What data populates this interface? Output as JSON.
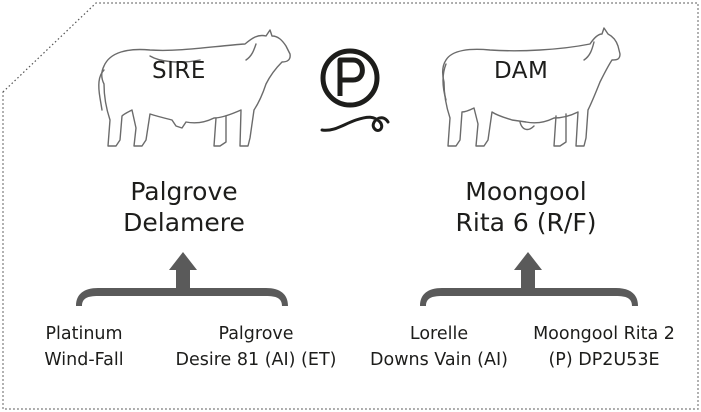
{
  "sire": {
    "tag": "SIRE",
    "name_line1": "Palgrove",
    "name_line2": "Delamere",
    "grandsire": {
      "line1": "Platinum",
      "line2": "Wind-Fall"
    },
    "granddam": {
      "line1": "Palgrove",
      "line2": "Desire 81 (AI) (ET)"
    }
  },
  "dam": {
    "tag": "DAM",
    "name_line1": "Moongool",
    "name_line2": "Rita 6 (R/F)",
    "grandsire": {
      "line1": "Lorelle",
      "line2": "Downs Vain (AI)"
    },
    "granddam": {
      "line1": "Moongool Rita 2",
      "line2": "(P) DP2U53E"
    }
  },
  "center_logo": {
    "letter": "P",
    "icon": "polled-p-icon"
  },
  "colors": {
    "ink": "#1d1d1b",
    "cow_stroke": "#6b6b6b",
    "frame": "#555555"
  }
}
